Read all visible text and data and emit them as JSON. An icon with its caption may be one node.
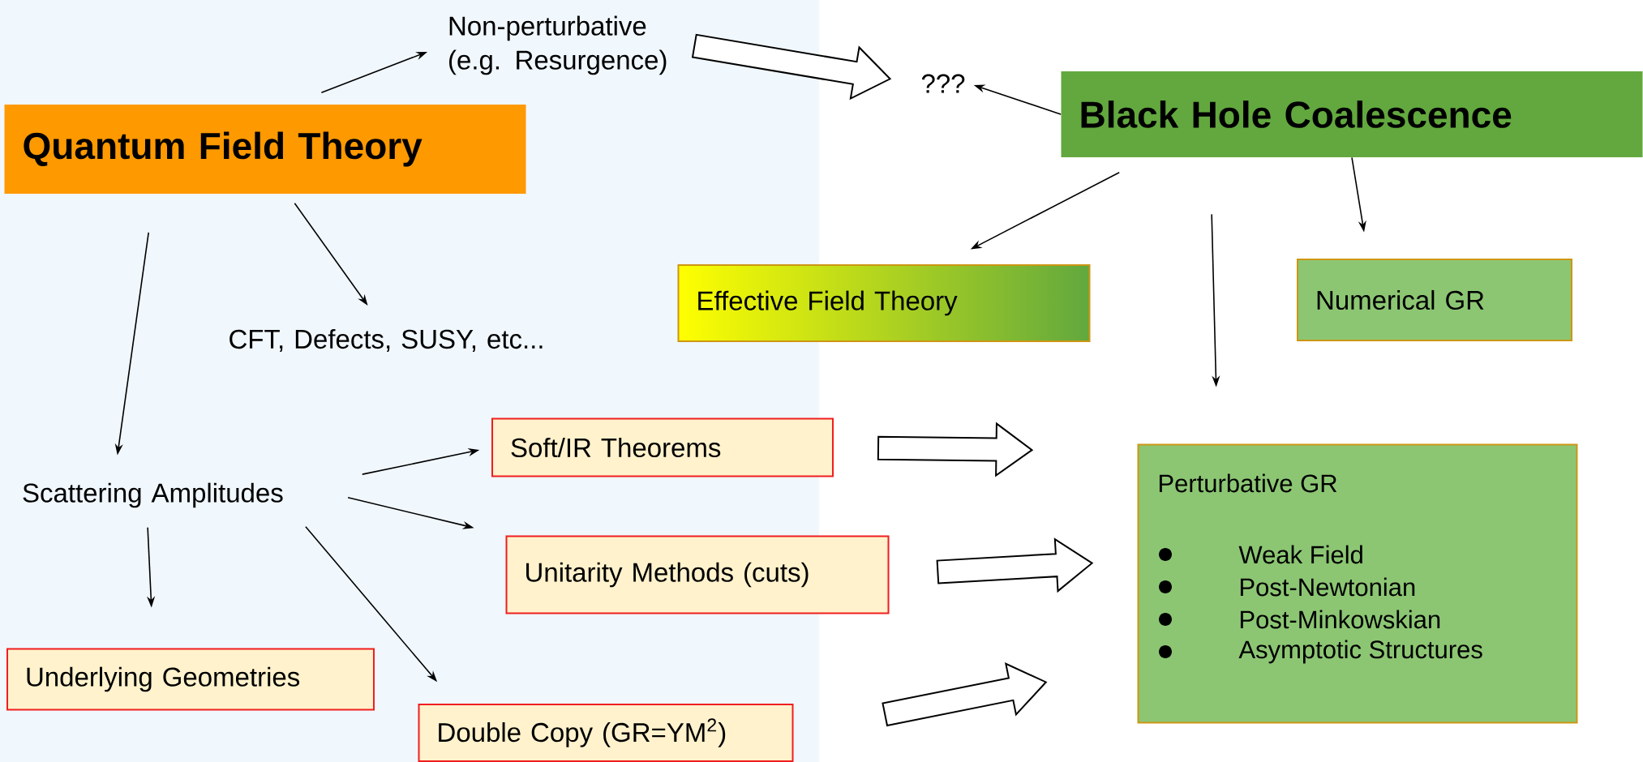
{
  "diagram": {
    "nodes": [
      {
        "text": [
          "Quantum Field Theory"
        ]
      },
      {
        "text": [
          "Non-perturbative (e.g. Resurgence)"
        ]
      },
      {
        "text": [
          "???"
        ]
      },
      {
        "text": [
          "Black Hole Coalescence"
        ]
      },
      {
        "text": [
          "Effective Field Theory"
        ]
      },
      {
        "text": [
          "Numerical GR"
        ]
      },
      {
        "text": [
          "CFT, Defects, SUSY, etc..."
        ]
      },
      {
        "text": [
          "Scattering Amplitudes"
        ]
      },
      {
        "text": [
          "Soft/IR Theorems"
        ]
      },
      {
        "text": [
          "Unitarity Methods (cuts)"
        ]
      },
      {
        "text": [
          "Underlying Geometries"
        ]
      },
      {
        "text": [
          "Double Copy (GR=YM$^{2}$)"
        ]
      },
      {
        "text": [
          "Perturbative GR",
          "Weak Field",
          "Post-Newtonian",
          "Post-Minkowskian",
          "Asymptotic Structures"
        ]
      }
    ],
    "edges": [
      {
        "from": 0,
        "to": 1,
        "arrow": "to"
      },
      {
        "from": 1,
        "to": 2,
        "arrow": "to",
        "style": "thick"
      },
      {
        "from": 3,
        "to": 2,
        "arrow": "to"
      },
      {
        "from": 3,
        "to": 4,
        "arrow": "to"
      },
      {
        "from": 3,
        "to": 12,
        "arrow": "to"
      },
      {
        "from": 3,
        "to": 5,
        "arrow": "to"
      },
      {
        "from": 0,
        "to": 6,
        "arrow": "to"
      },
      {
        "from": 0,
        "to": 7,
        "arrow": "to"
      },
      {
        "from": 7,
        "to": 8,
        "arrow": "to"
      },
      {
        "from": 7,
        "to": 9,
        "arrow": "to"
      },
      {
        "from": 7,
        "to": 10,
        "arrow": "to"
      },
      {
        "from": 7,
        "to": 11,
        "arrow": "to"
      },
      {
        "from": 8,
        "to": 12,
        "arrow": "to",
        "style": "thick"
      },
      {
        "from": 9,
        "to": 12,
        "arrow": "to",
        "style": "thick"
      },
      {
        "from": 11,
        "to": 12,
        "arrow": "to",
        "style": "thick"
      }
    ]
  }
}
